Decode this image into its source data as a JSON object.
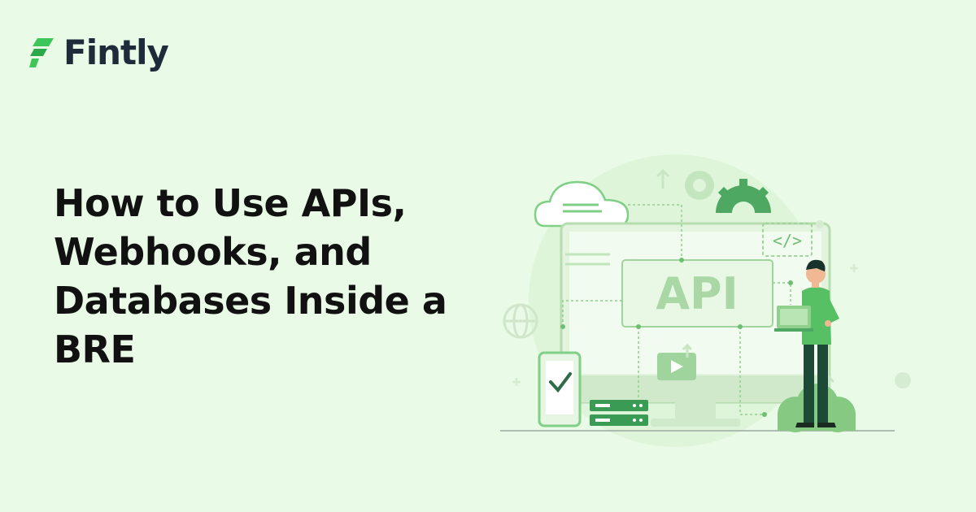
{
  "brand": {
    "name": "Fintly"
  },
  "headline": {
    "line1": "How to Use APIs,",
    "line2": "Webhooks, and",
    "line3": "Databases Inside a",
    "line4": "BRE"
  },
  "illustration": {
    "label": "API",
    "code_symbol": "</>",
    "icons": [
      "cloud-icon",
      "gear-icon",
      "globe-icon",
      "phone-check-icon",
      "play-icon",
      "server-icon",
      "code-icon",
      "person-laptop-icon"
    ]
  },
  "colors": {
    "background": "#e9fbe6",
    "brand_green": "#3ec65a",
    "text_dark": "#111111",
    "illustration_green": "#5dbb63",
    "illustration_light": "#cfeec9"
  }
}
